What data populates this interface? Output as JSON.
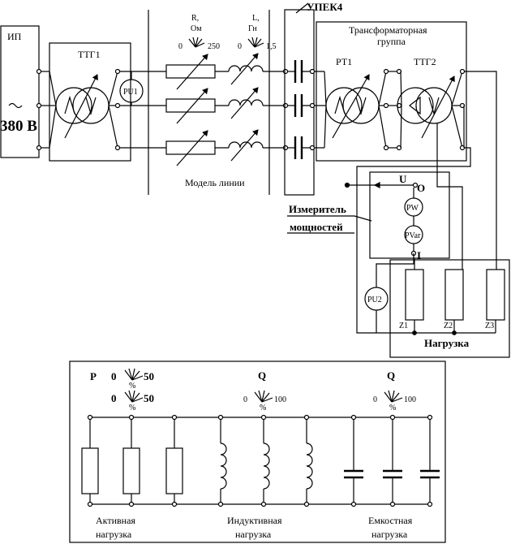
{
  "labels": {
    "ip": "ИП",
    "supply_voltage": "380 В",
    "ttg1": "ТТГ1",
    "pu1": "PU1",
    "upek": "УПЕК4",
    "transformer_group_1": "Трансформаторная",
    "transformer_group_2": "группа",
    "rt1": "РТ1",
    "ttg2": "ТТГ2",
    "r_title": "R,",
    "r_unit": "Ом",
    "r_min": "0",
    "r_max": "250",
    "l_title": "L,",
    "l_unit": "Гн",
    "l_min": "0",
    "l_max": "1,5",
    "line_model": "Модель линии",
    "meter_1": "Измеритель",
    "meter_2": "мощностей",
    "u_term": "U",
    "o_term": "O",
    "pw": "PW",
    "pvar": "PVar",
    "i_term": "I",
    "pu2": "PU2",
    "z1": "Z1",
    "z2": "Z2",
    "z3": "Z3",
    "load": "Нагрузка",
    "p_label": "P",
    "p_min": "0",
    "p_max": "50",
    "p_pct": "%",
    "p2_min": "0",
    "p2_max": "50",
    "p2_pct": "%",
    "q1_label": "Q",
    "q1_min": "0",
    "q1_max": "100",
    "q1_pct": "%",
    "q2_label": "Q",
    "q2_min": "0",
    "q2_max": "100",
    "q2_pct": "%",
    "active_1": "Активная",
    "active_2": "нагрузка",
    "inductive_1": "Индуктивная",
    "inductive_2": "нагрузка",
    "capacitive_1": "Емкостная",
    "capacitive_2": "нагрузка"
  }
}
